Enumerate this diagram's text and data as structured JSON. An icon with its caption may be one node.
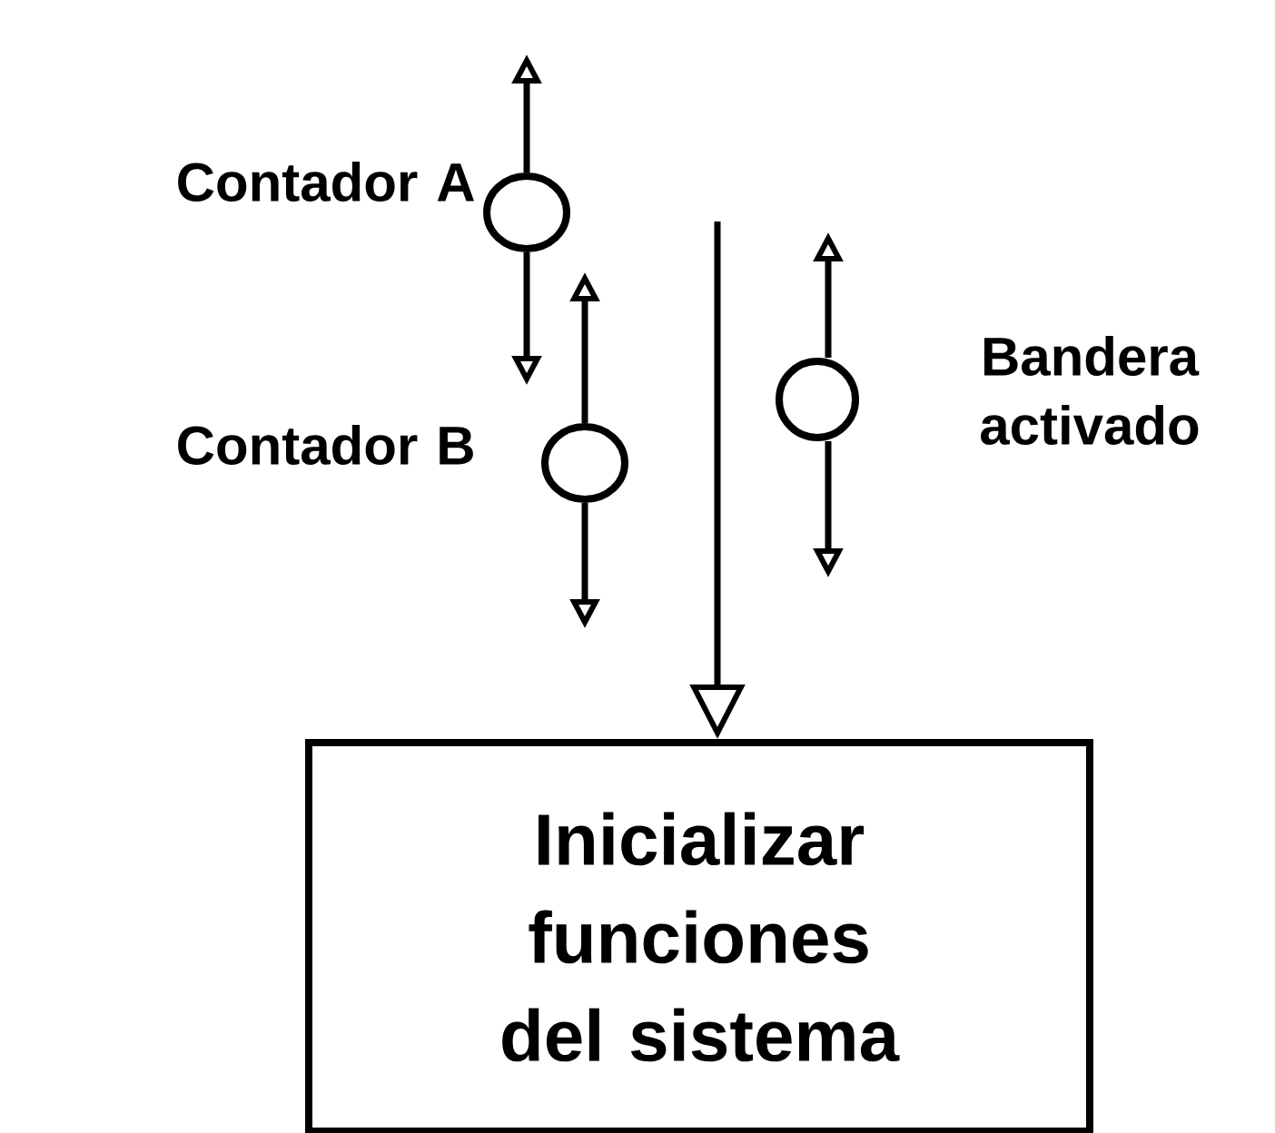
{
  "diagram": {
    "nodes": [
      {
        "text": [],
        "shape": "circle",
        "beside": [
          "Contador A"
        ]
      },
      {
        "text": [],
        "shape": "circle",
        "beside": [
          "Contador B"
        ]
      },
      {
        "text": [],
        "shape": "circle",
        "beside": [
          "Bandera activado"
        ]
      },
      {
        "text": [
          "Inicializar funciones del sistema"
        ]
      }
    ],
    "edges": [
      {
        "from": 0,
        "to": null,
        "arrow": "to"
      },
      {
        "from": 0,
        "to": null,
        "arrow": "to"
      },
      {
        "from": 1,
        "to": null,
        "arrow": "to"
      },
      {
        "from": 1,
        "to": null,
        "arrow": "to"
      },
      {
        "from": 2,
        "to": null,
        "arrow": "to"
      },
      {
        "from": 2,
        "to": null,
        "arrow": "to"
      },
      {
        "from": null,
        "to": 3,
        "arrow": "to"
      }
    ]
  }
}
